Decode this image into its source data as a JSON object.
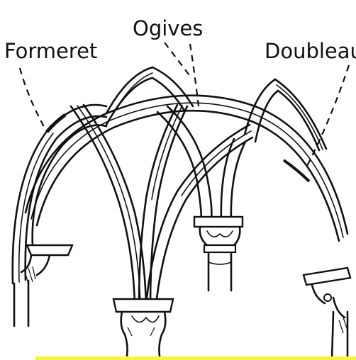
{
  "labels": {
    "formeret": "Formeret",
    "ogives": "Ogives",
    "doubleau": "Doubleau"
  },
  "colors": {
    "ink": "#111111",
    "paper": "#ffffff",
    "band": "#f7f53a"
  }
}
